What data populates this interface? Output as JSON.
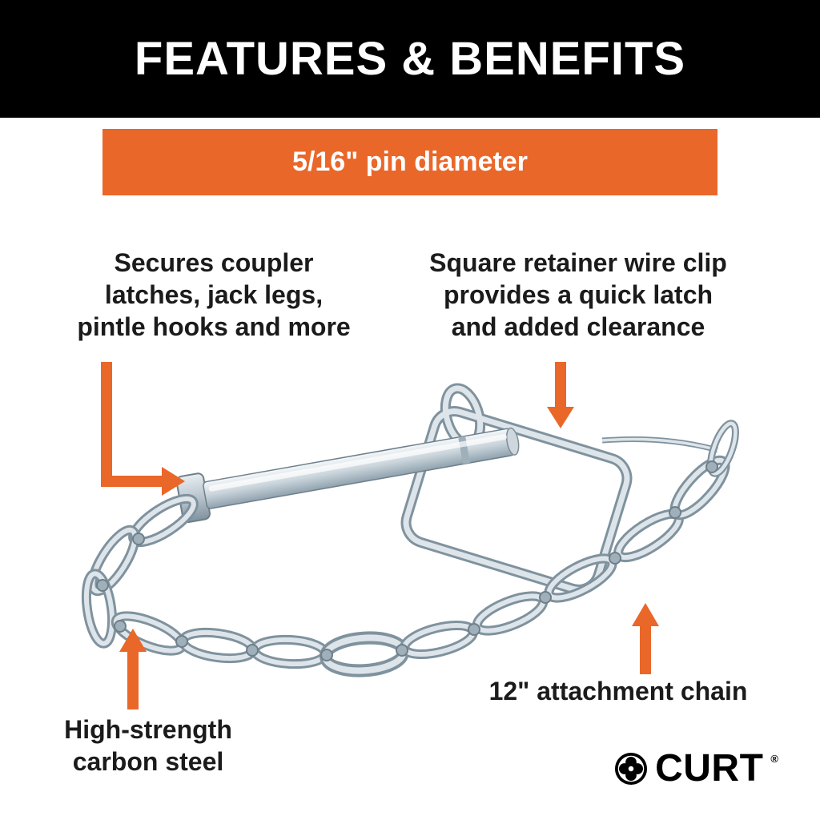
{
  "header": {
    "title": "FEATURES & BENEFITS"
  },
  "banner": {
    "text": "5/16\" pin diameter"
  },
  "callouts": {
    "coupler": "Secures coupler\nlatches, jack legs,\npintle hooks and more",
    "clip": "Square retainer wire clip\nprovides a quick latch\nand added clearance",
    "chain": "12\" attachment chain",
    "steel": "High-strength\ncarbon steel"
  },
  "brand": {
    "name": "CURT",
    "registered": "®"
  },
  "colors": {
    "accent_orange": "#EA672A",
    "header_black": "#000000",
    "text_dark": "#1B1B1B",
    "steel_light": "#DDE5EA",
    "steel_dark": "#7F929E"
  }
}
